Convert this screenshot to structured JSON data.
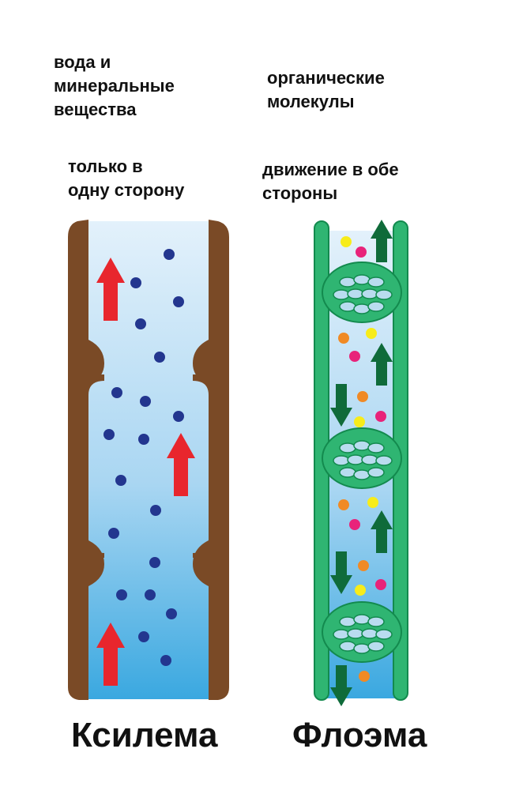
{
  "labels": {
    "xylem_substance": "вода и\nминеральные\nвещества",
    "xylem_direction": "только в\nодну сторону",
    "phloem_substance": "органические\nмолекулы",
    "phloem_direction": "движение в обе\nстороны",
    "xylem_title": "Ксилема",
    "phloem_title": "Флоэма"
  },
  "colors": {
    "xylem_wall": "#7a4a26",
    "water_top": "#e3f1fb",
    "water_bottom": "#3aa8e0",
    "xylem_particle": "#23368f",
    "arrow_up_xylem": "#e8262d",
    "phloem_wall": "#2fb572",
    "phloem_wall_stroke": "#138a4e",
    "phloem_arrow": "#0f6b3a",
    "sieve_hole": "#b9dcef",
    "particle_yellow": "#f7ec1a",
    "particle_pink": "#e8237a",
    "particle_orange": "#f08a25"
  },
  "icons": [
    "arrow-up-icon",
    "arrow-down-icon"
  ]
}
